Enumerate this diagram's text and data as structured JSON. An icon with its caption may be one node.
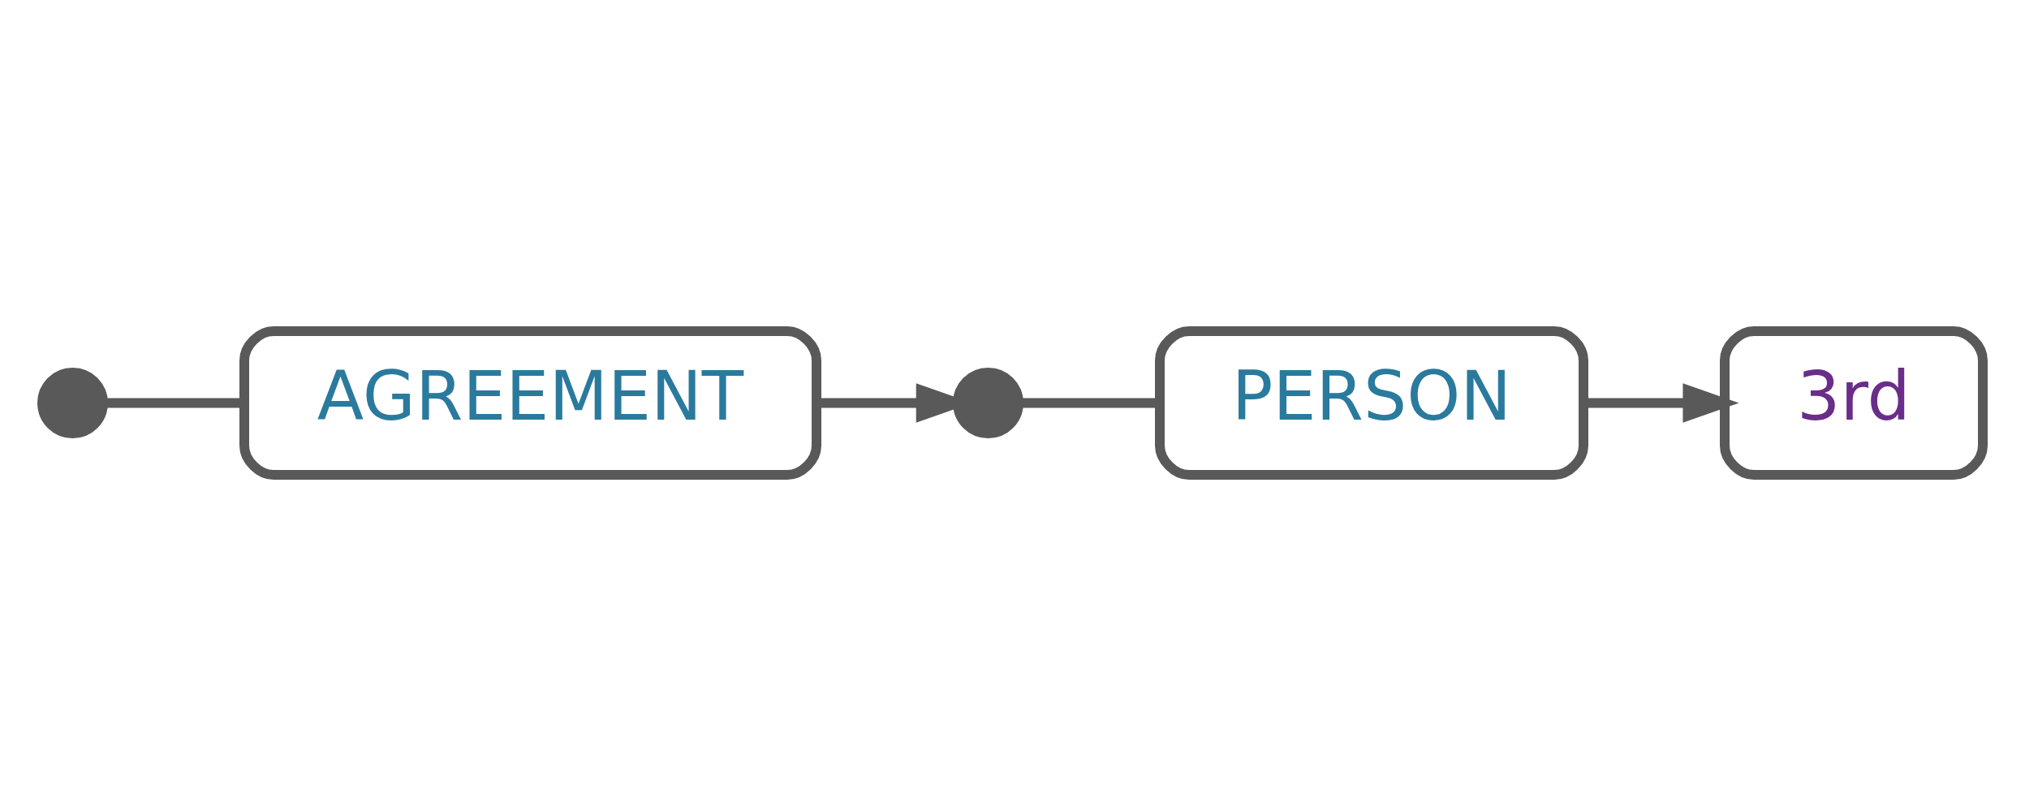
{
  "diagram": {
    "nodes": [
      {
        "text": [],
        "shape": "circle"
      },
      {
        "text": [
          "AGREEMENT"
        ]
      },
      {
        "text": [],
        "shape": "circle"
      },
      {
        "text": [
          "PERSON"
        ]
      },
      {
        "text": [
          "3rd"
        ]
      }
    ],
    "edges": [
      {
        "from": 0,
        "to": 1,
        "arrow": "none"
      },
      {
        "from": 1,
        "to": 2,
        "arrow": "to"
      },
      {
        "from": 2,
        "to": 3,
        "arrow": "none"
      },
      {
        "from": 3,
        "to": 4,
        "arrow": "to"
      }
    ]
  }
}
